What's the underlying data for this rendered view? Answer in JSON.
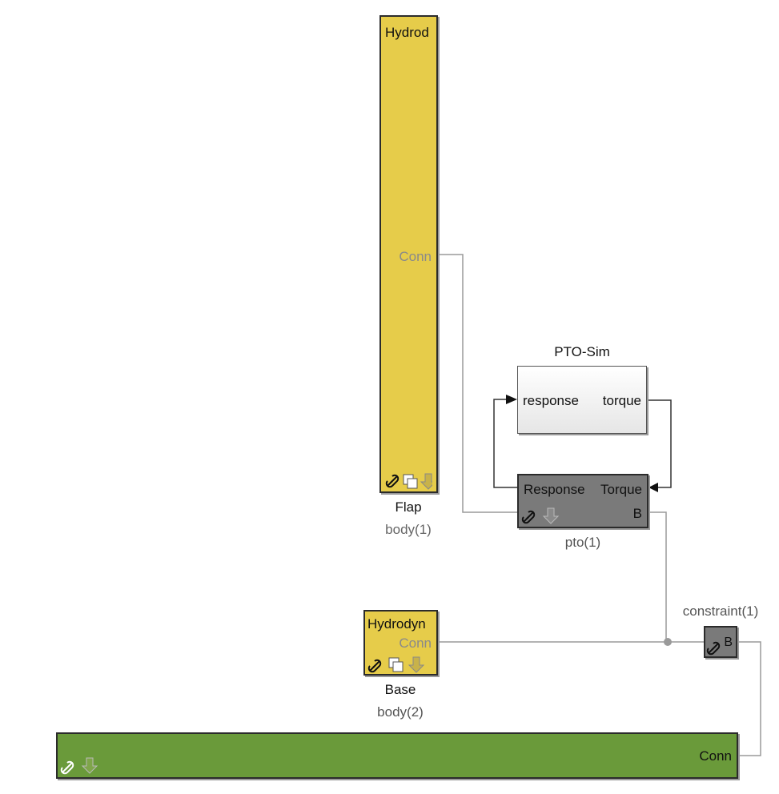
{
  "blocks": {
    "flap": {
      "header": "Hydrod",
      "port_conn": "Conn",
      "name": "Flap",
      "instance": "body(1)",
      "icons": [
        "link-icon",
        "copy-icon",
        "arrow-down-icon"
      ]
    },
    "pto_sim": {
      "title": "PTO-Sim",
      "port_response": "response",
      "port_torque": "torque"
    },
    "pto": {
      "port_response": "Response",
      "port_torque": "Torque",
      "port_b": "B",
      "instance": "pto(1)",
      "icons": [
        "link-icon",
        "arrow-down-icon"
      ]
    },
    "base": {
      "header": "Hydrodyn",
      "port_conn": "Conn",
      "name": "Base",
      "instance": "body(2)",
      "icons": [
        "link-icon",
        "copy-icon",
        "arrow-down-icon"
      ]
    },
    "constraint": {
      "instance": "constraint(1)",
      "port_b": "B",
      "icons": [
        "link-icon"
      ]
    },
    "ground": {
      "port_conn": "Conn",
      "icons": [
        "link-icon",
        "arrow-down-icon"
      ]
    }
  },
  "colors": {
    "body": "#e6cc4a",
    "pto": "#7a7a7a",
    "ground": "#6a9a3a",
    "wire": "#a0a0a0"
  }
}
